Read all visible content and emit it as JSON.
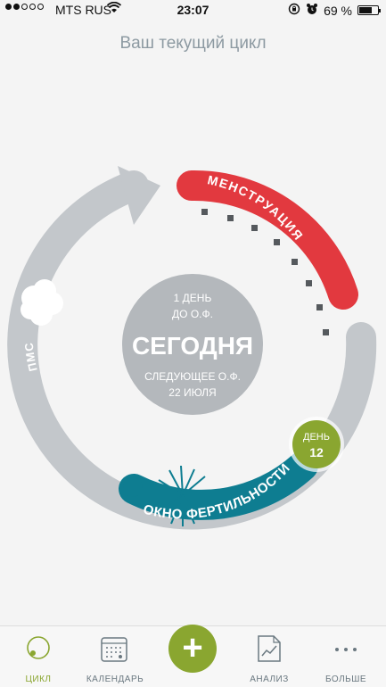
{
  "status_bar": {
    "carrier": "MTS RUS",
    "time": "23:07",
    "battery": "69 %",
    "battery_level": 0.69
  },
  "header": {
    "title": "Ваш текущий цикл"
  },
  "cycle": {
    "center_top_line1": "1 ДЕНЬ",
    "center_top_line2": "ДО О.Ф.",
    "center_main": "СЕГОДНЯ",
    "center_bottom_line1": "СЛЕДУЮЩЕЕ О.Ф.",
    "center_bottom_line2": "22 ИЮЛЯ",
    "menstruation_label": "МЕНСТРУАЦИЯ",
    "fertility_label": "ОКНО ФЕРТИЛЬНОСТИ",
    "pms_label": "ПМС",
    "day_marker_label": "ДЕНЬ",
    "day_marker_value": "12",
    "colors": {
      "ring": "#c3c7cb",
      "menstruation": "#e2393f",
      "fertility": "#0e7d91",
      "day_marker": "#8aa630",
      "center": "#b4b8bc"
    }
  },
  "tabbar": {
    "items": [
      {
        "label": "ЦИКЛ",
        "icon": "cycle-icon"
      },
      {
        "label": "КАЛЕНДАРЬ",
        "icon": "calendar-icon"
      },
      {
        "label": "+",
        "icon": "plus-icon"
      },
      {
        "label": "АНАЛИЗ",
        "icon": "analysis-icon"
      },
      {
        "label": "БОЛЬШЕ",
        "icon": "more-icon"
      }
    ]
  }
}
